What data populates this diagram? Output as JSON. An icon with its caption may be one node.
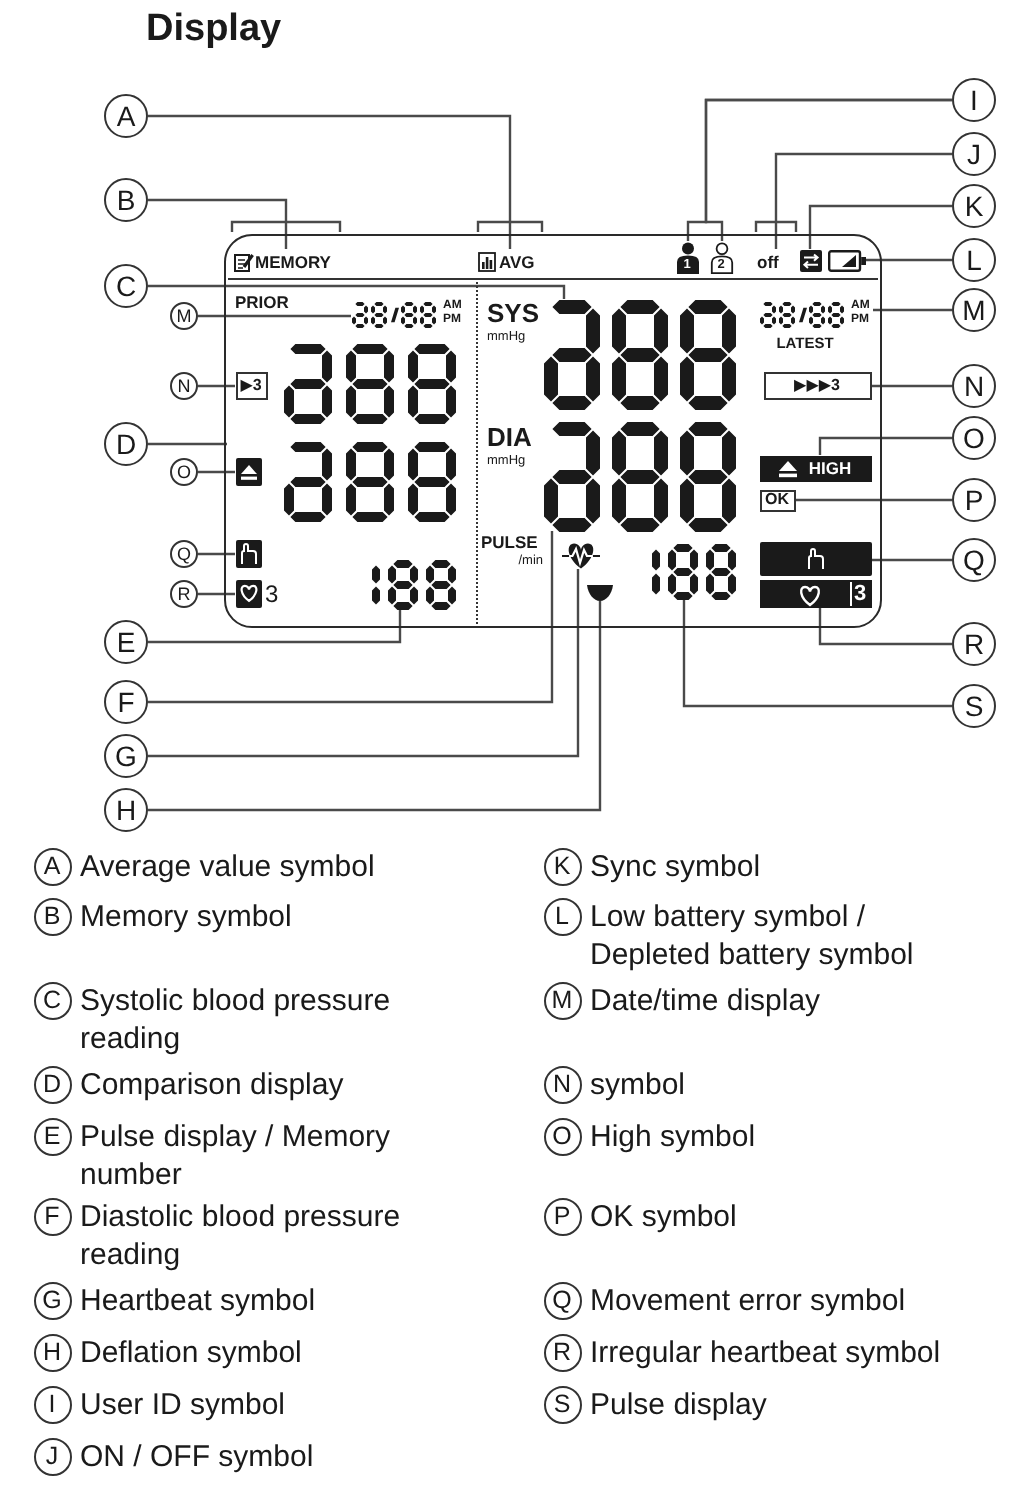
{
  "diagram": {
    "title": "Display",
    "nodes": [
      {
        "text": [],
        "shape": "box"
      },
      {
        "text": [
          "MEMORY"
        ],
        "in": 0
      },
      {
        "text": [
          "AVG"
        ],
        "in": 0
      },
      {
        "text": [
          "1"
        ],
        "in": 0
      },
      {
        "text": [
          "2"
        ],
        "in": 0
      },
      {
        "text": [
          "off"
        ],
        "in": 0
      },
      {
        "text": [],
        "shape": "picture",
        "in": 0
      },
      {
        "text": [],
        "shape": "picture",
        "in": 0
      },
      {
        "text": [
          "PRIOR"
        ],
        "in": 0
      },
      {
        "text": [
          "AM",
          "PM"
        ],
        "in": 8
      },
      {
        "text": [
          "▶3"
        ],
        "in": 8
      },
      {
        "text": [],
        "shape": "picture",
        "in": 8
      },
      {
        "text": [],
        "shape": "picture",
        "in": 8
      },
      {
        "text": [
          "3"
        ],
        "in": 8
      },
      {
        "text": [],
        "shape": "picture",
        "in": 8
      },
      {
        "text": [],
        "shape": "picture",
        "in": 0
      },
      {
        "text": [
          "AM",
          "PM"
        ],
        "beside": [
          "LATEST"
        ],
        "in": 0
      },
      {
        "text": [
          "▶▶▶3"
        ],
        "in": 0
      },
      {
        "text": [],
        "shape": "picture",
        "in": 0
      },
      {
        "text": [
          "HIGH"
        ],
        "in": 0
      },
      {
        "text": [
          "OK"
        ],
        "in": 0
      },
      {
        "text": [],
        "shape": "picture",
        "in": 0
      },
      {
        "text": [],
        "shape": "picture",
        "in": 0
      },
      {
        "text": [],
        "shape": "picture",
        "in": 0
      },
      {
        "text": [
          "3"
        ],
        "in": 0
      },
      {
        "text": [],
        "shape": "picture",
        "in": 0
      },
      {
        "text": [
          "A"
        ]
      },
      {
        "text": [
          "B"
        ]
      },
      {
        "text": [
          "C"
        ]
      },
      {
        "text": [
          "D"
        ]
      },
      {
        "text": [
          "E"
        ]
      },
      {
        "text": [
          "F"
        ]
      },
      {
        "text": [
          "G"
        ]
      },
      {
        "text": [
          "H"
        ]
      },
      {
        "text": [
          "I"
        ]
      },
      {
        "text": [
          "J"
        ]
      },
      {
        "text": [
          "K"
        ]
      },
      {
        "text": [
          "L"
        ]
      },
      {
        "text": [
          "M"
        ]
      },
      {
        "text": [
          "N"
        ]
      },
      {
        "text": [
          "O"
        ]
      },
      {
        "text": [
          "P"
        ]
      },
      {
        "text": [
          "Q"
        ]
      },
      {
        "text": [
          "R"
        ]
      },
      {
        "text": [
          "S"
        ]
      },
      {
        "text": [
          "M"
        ]
      },
      {
        "text": [
          "N"
        ]
      },
      {
        "text": [
          "O"
        ]
      },
      {
        "text": [
          "Q"
        ]
      },
      {
        "text": [
          "R"
        ]
      },
      {
        "text": [
          "A"
        ],
        "beside": [
          "Average value symbol"
        ]
      },
      {
        "text": [
          "B"
        ],
        "beside": [
          "Memory symbol"
        ]
      },
      {
        "text": [
          "C"
        ],
        "beside": [
          "Systolic blood pressure reading"
        ]
      },
      {
        "text": [
          "D"
        ],
        "beside": [
          "Comparison display"
        ]
      },
      {
        "text": [
          "E"
        ],
        "beside": [
          "Pulse display / Memory number"
        ]
      },
      {
        "text": [
          "F"
        ],
        "beside": [
          "Diastolic blood pressure reading"
        ]
      },
      {
        "text": [
          "G"
        ],
        "beside": [
          "Heartbeat symbol"
        ]
      },
      {
        "text": [
          "H"
        ],
        "beside": [
          "Deflation symbol"
        ]
      },
      {
        "text": [
          "I"
        ],
        "beside": [
          "User ID symbol"
        ]
      },
      {
        "text": [
          "J"
        ],
        "beside": [
          "ON / OFF symbol"
        ]
      },
      {
        "text": [
          "K"
        ],
        "beside": [
          "Sync symbol"
        ]
      },
      {
        "text": [
          "L"
        ],
        "beside": [
          "Low battery symbol / Depleted battery symbol"
        ]
      },
      {
        "text": [
          "M"
        ],
        "beside": [
          "Date/time display"
        ]
      },
      {
        "text": [
          "N"
        ],
        "beside": [
          "symbol"
        ]
      },
      {
        "text": [
          "O"
        ],
        "beside": [
          "High symbol"
        ]
      },
      {
        "text": [
          "P"
        ],
        "beside": [
          "OK symbol"
        ]
      },
      {
        "text": [
          "Q"
        ],
        "beside": [
          "Movement error symbol"
        ]
      },
      {
        "text": [
          "R"
        ],
        "beside": [
          "Irregular heartbeat symbol"
        ]
      },
      {
        "text": [
          "S"
        ],
        "beside": [
          "Pulse display"
        ]
      },
      {
        "text": [],
        "shape": "picture",
        "in": 8
      },
      {
        "text": [],
        "shape": "picture",
        "in": 8
      }
    ],
    "edges": [
      {
        "from": 26,
        "to": 2,
        "arrow": "none"
      },
      {
        "from": 27,
        "to": 1,
        "arrow": "none"
      },
      {
        "from": 28,
        "to": 15,
        "arrow": "none"
      },
      {
        "from": 29,
        "to": 8,
        "arrow": "none"
      },
      {
        "from": 30,
        "to": 14,
        "arrow": "none"
      },
      {
        "from": 31,
        "to": 18,
        "arrow": "none"
      },
      {
        "from": 32,
        "to": 21,
        "arrow": "none"
      },
      {
        "from": 33,
        "to": 25,
        "arrow": "none"
      },
      {
        "from": 34,
        "to": 3,
        "arrow": "none"
      },
      {
        "from": 34,
        "to": 4,
        "arrow": "none"
      },
      {
        "from": 35,
        "to": 5,
        "arrow": "none"
      },
      {
        "from": 36,
        "to": 6,
        "arrow": "none"
      },
      {
        "from": 37,
        "to": 7,
        "arrow": "none"
      },
      {
        "from": 38,
        "to": 16,
        "arrow": "none"
      },
      {
        "from": 39,
        "to": 17,
        "arrow": "none"
      },
      {
        "from": 40,
        "to": 19,
        "arrow": "none"
      },
      {
        "from": 41,
        "to": 20,
        "arrow": "none"
      },
      {
        "from": 42,
        "to": 23,
        "arrow": "none"
      },
      {
        "from": 43,
        "to": 24,
        "arrow": "none"
      },
      {
        "from": 44,
        "to": 22,
        "arrow": "none"
      },
      {
        "from": 45,
        "to": 9,
        "arrow": "none"
      },
      {
        "from": 46,
        "to": 10,
        "arrow": "none"
      },
      {
        "from": 47,
        "to": 11,
        "arrow": "none"
      },
      {
        "from": 48,
        "to": 12,
        "arrow": "none"
      },
      {
        "from": 49,
        "to": 13,
        "arrow": "none"
      }
    ],
    "labels": [
      "SYS",
      "mmHg",
      "DIA",
      "mmHg",
      "PULSE",
      "/min"
    ]
  }
}
